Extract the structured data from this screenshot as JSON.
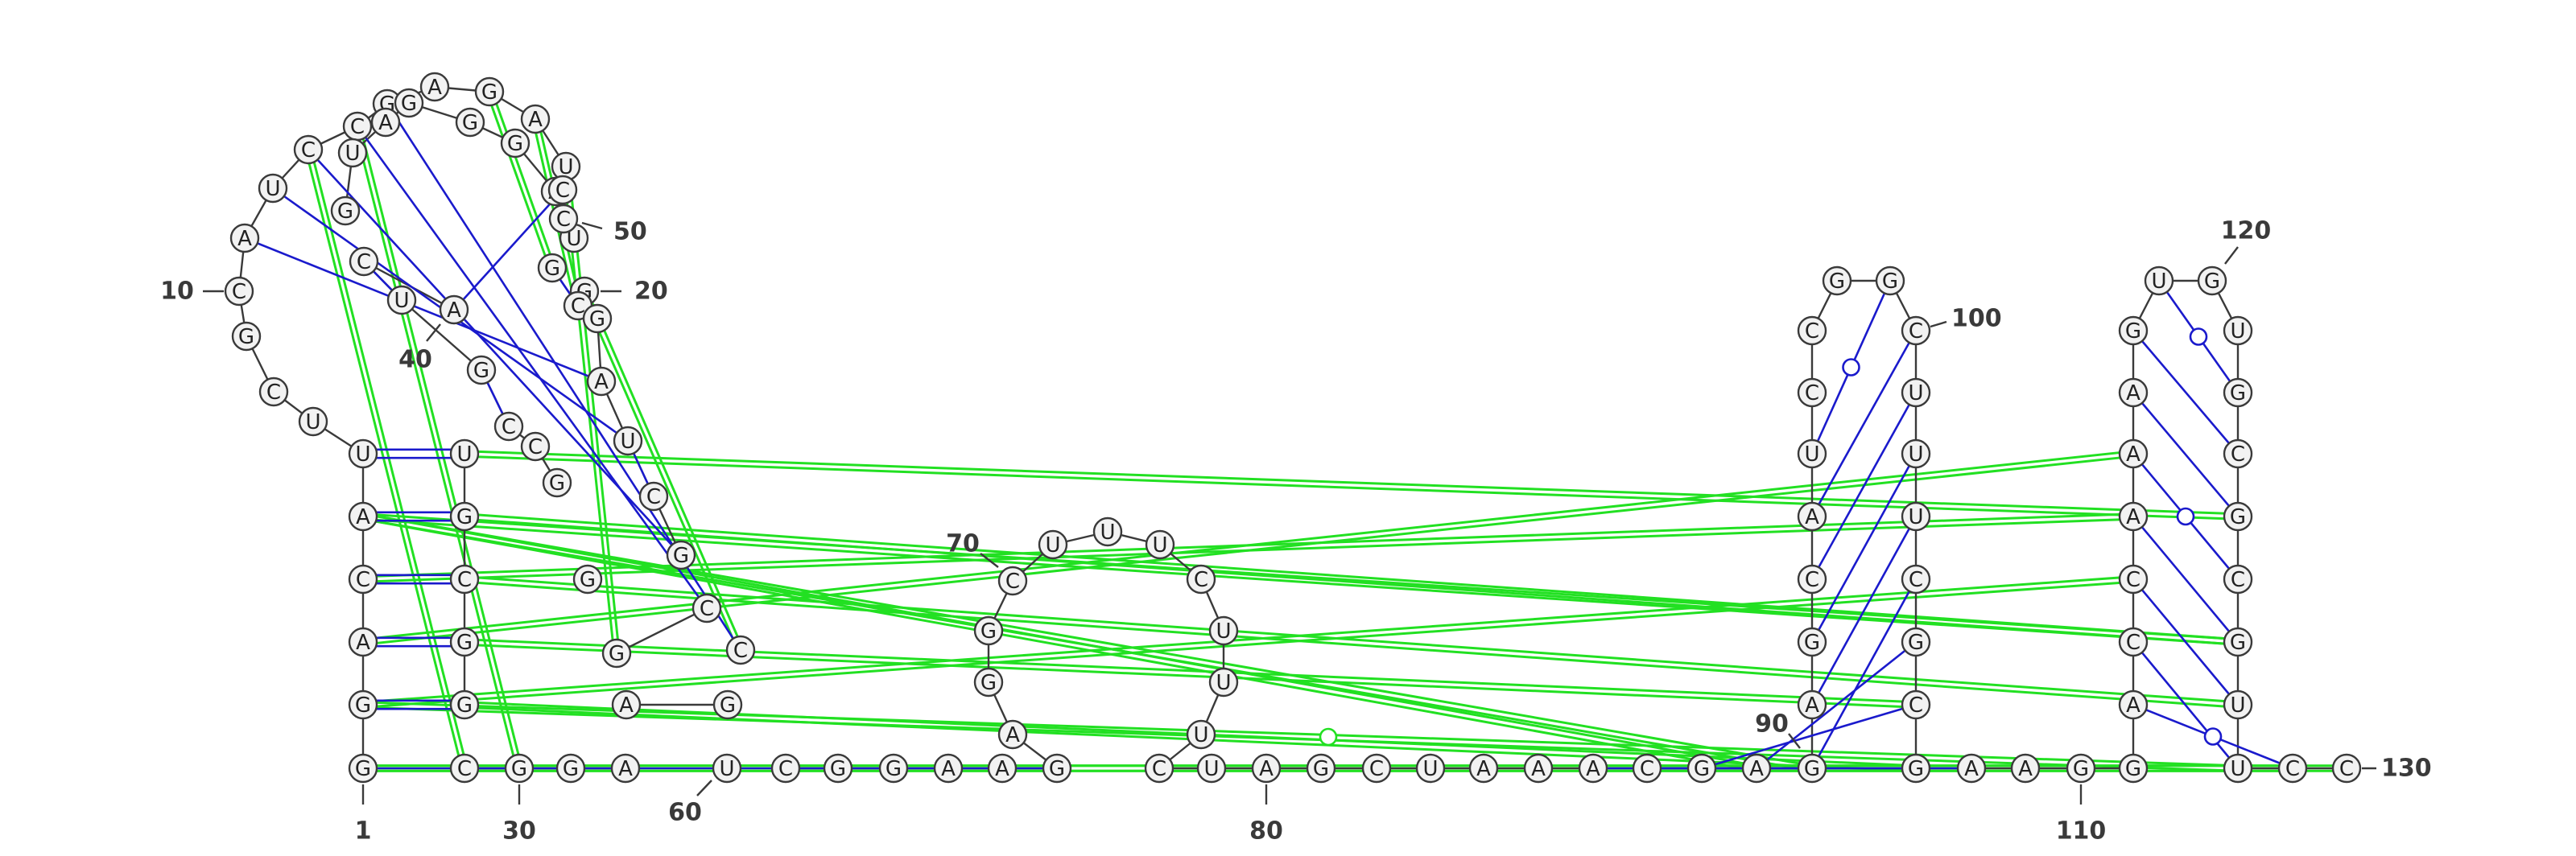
{
  "molecule": {
    "sequence": "GGACAUUCGCAUCCGAGAUGUCAGGGAUGCGGAGGCGUACUGCCGGCGAUCGGCGCAGCUCGGAAGAGGCUUUCUUUCUAGCUAAACGAGAGCAUCCGGCUUUCGCGAAGGACCAAAGUGUGCGCGUUC",
    "length": 130
  },
  "number_labels": [
    {
      "num": "1"
    },
    {
      "num": "10"
    },
    {
      "num": "20"
    },
    {
      "num": "30"
    },
    {
      "num": "40"
    },
    {
      "num": "50"
    },
    {
      "num": "60"
    },
    {
      "num": "70"
    },
    {
      "num": "80"
    },
    {
      "num": "90"
    },
    {
      "num": "100"
    },
    {
      "num": "110"
    },
    {
      "num": "120"
    },
    {
      "num": "130"
    }
  ],
  "colors": {
    "canonical_pair": "#1a1acc",
    "tertiary_interaction": "#22e022",
    "backbone": "#3a3a3a",
    "nucleotide_fill": "#f2f2f2"
  }
}
